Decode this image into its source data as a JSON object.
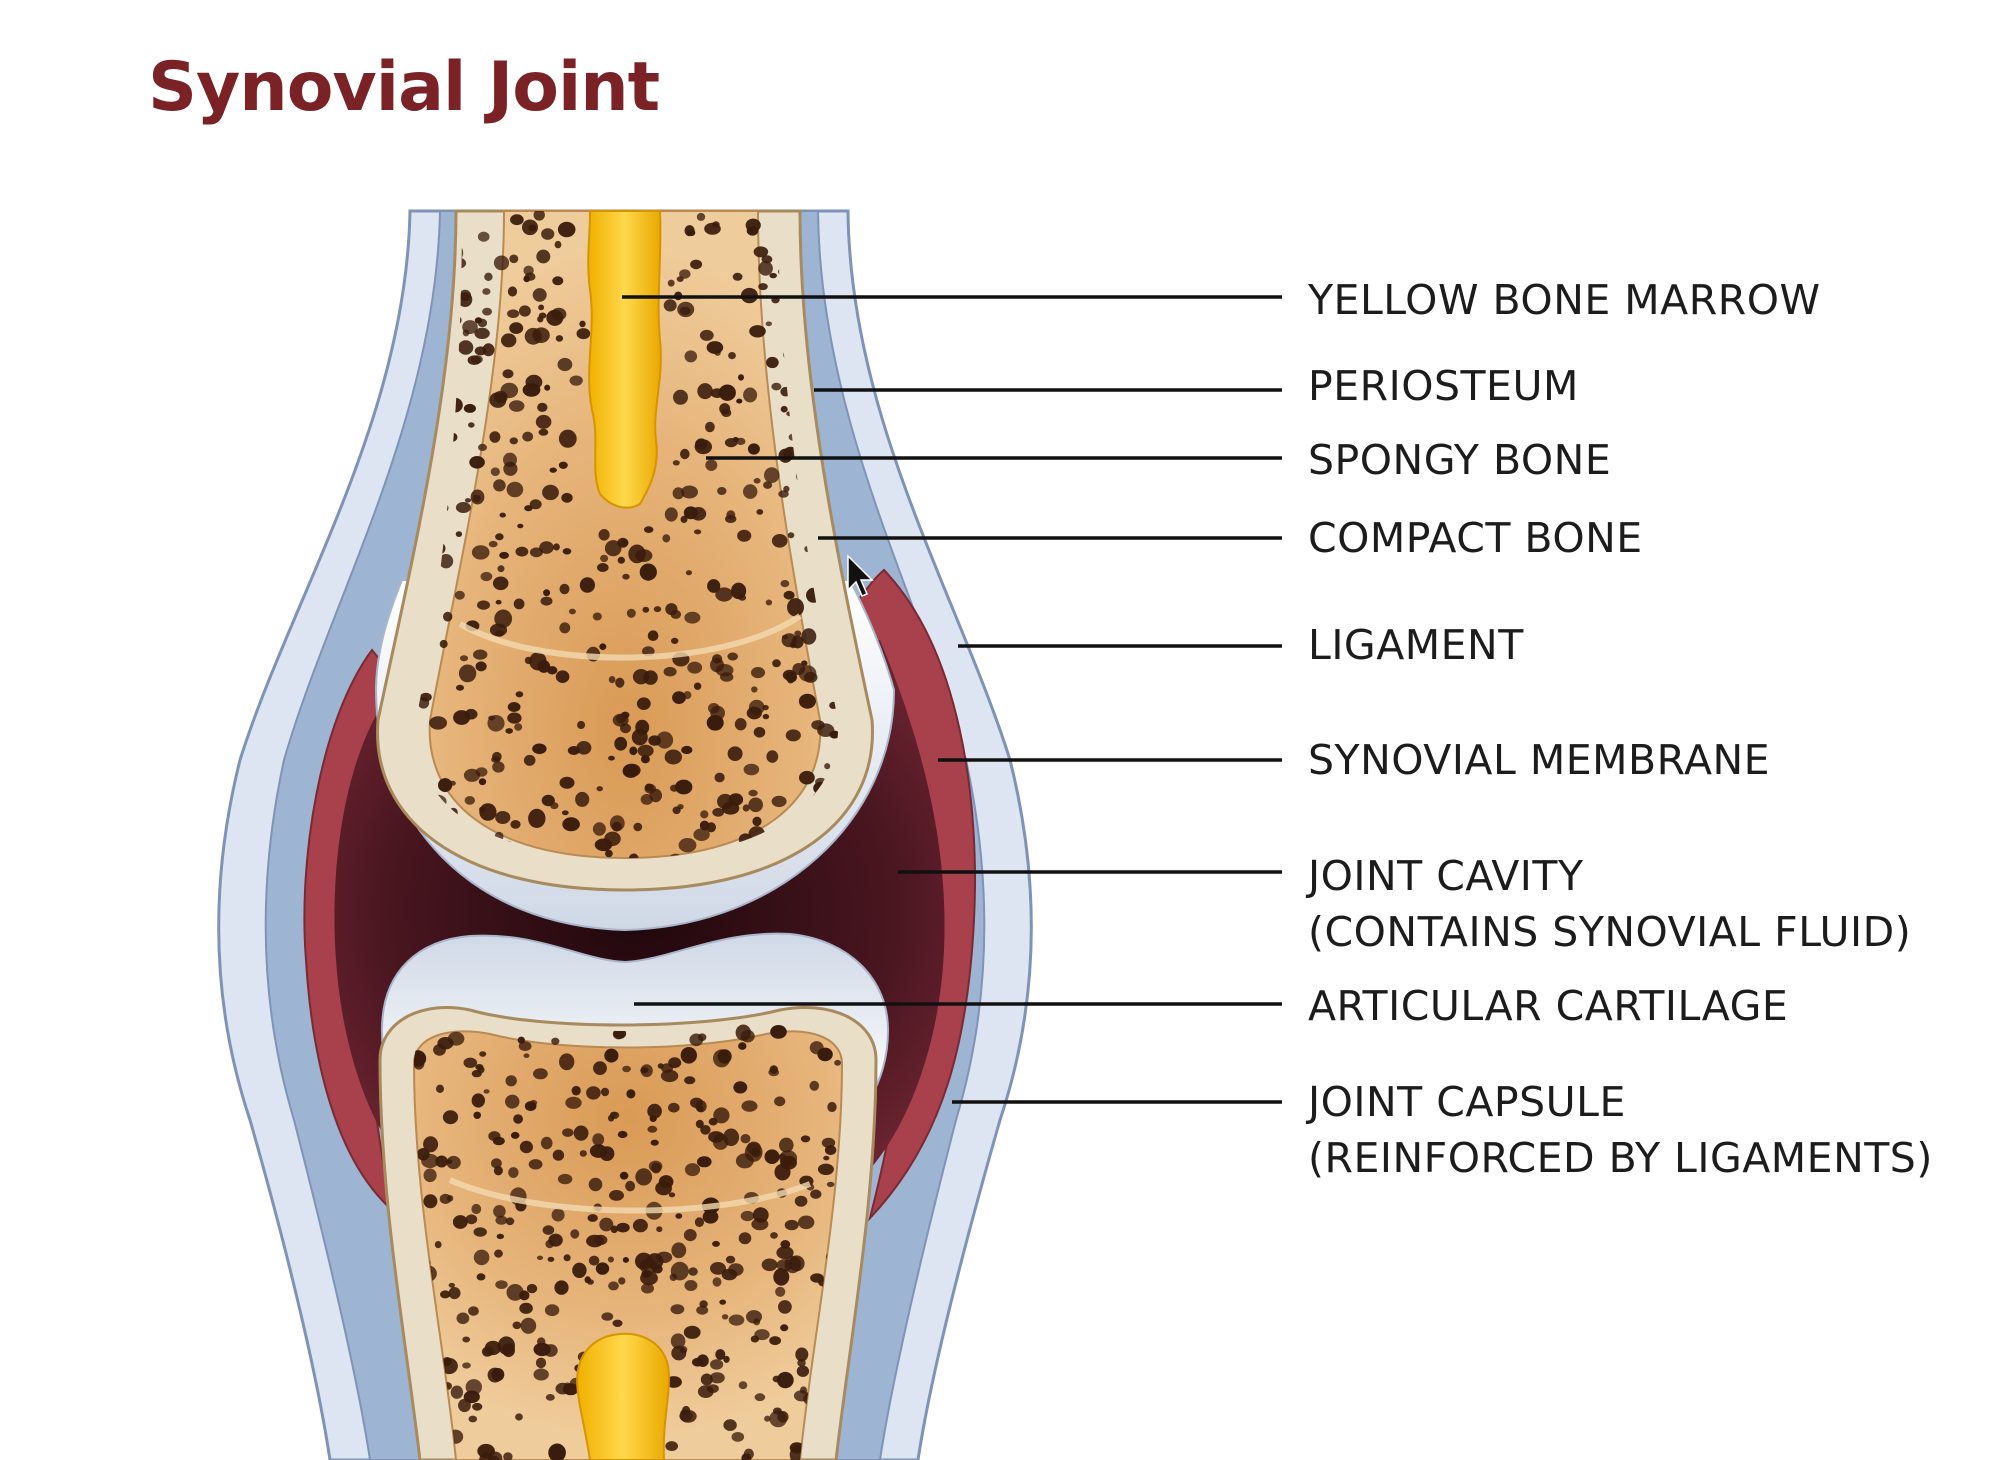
{
  "title": "Synovial Joint",
  "labels": [
    {
      "id": "yellow-bone-marrow",
      "lines": [
        "YELLOW BONE MARROW"
      ]
    },
    {
      "id": "periosteum",
      "lines": [
        "PERIOSTEUM"
      ]
    },
    {
      "id": "spongy-bone",
      "lines": [
        "SPONGY BONE"
      ]
    },
    {
      "id": "compact-bone",
      "lines": [
        "COMPACT BONE"
      ]
    },
    {
      "id": "ligament",
      "lines": [
        "LIGAMENT"
      ]
    },
    {
      "id": "synovial-membrane",
      "lines": [
        "SYNOVIAL MEMBRANE"
      ]
    },
    {
      "id": "joint-cavity",
      "lines": [
        "JOINT CAVITY",
        "(CONTAINS SYNOVIAL FLUID)"
      ]
    },
    {
      "id": "articular-cartilage",
      "lines": [
        "ARTICULAR CARTILAGE"
      ]
    },
    {
      "id": "joint-capsule",
      "lines": [
        "JOINT CAPSULE",
        "(REINFORCED BY LIGAMENTS)"
      ]
    }
  ],
  "colors": {
    "title": "#7b2226",
    "outer_ligament": "#dde5f2",
    "capsule": "#9eb4d3",
    "membrane": "#a8414b",
    "cavity": "#4a1620",
    "cartilage": "#eef2f7",
    "compact_bone": "#e9dfc9",
    "spongy_bone": "#dca86a",
    "marrow": "#f4c11c",
    "leader_line": "#111111"
  }
}
